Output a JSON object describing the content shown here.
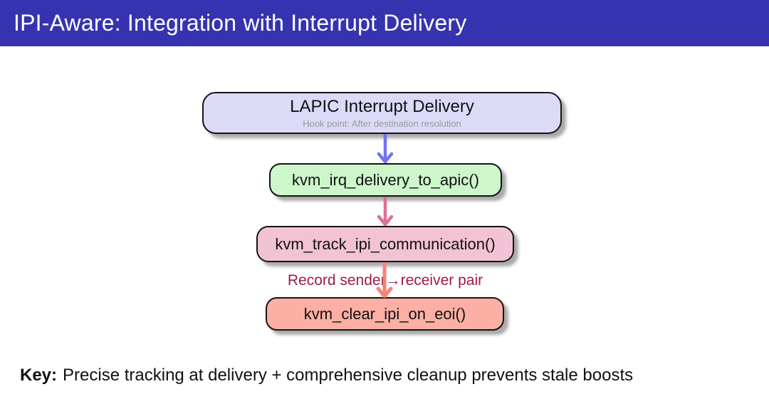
{
  "header": {
    "title": "IPI-Aware: Integration with Interrupt Delivery",
    "bg_color": "#3633B0",
    "text_color": "#ffffff"
  },
  "flow": {
    "nodes": [
      {
        "id": "lapic",
        "label": "LAPIC Interrupt Delivery",
        "sublabel": "Hook point: After destination resolution",
        "fill": "#DBDBF8"
      },
      {
        "id": "irq-delivery",
        "label": "kvm_irq_delivery_to_apic()",
        "fill": "#CDF6CB"
      },
      {
        "id": "track-ipi",
        "label": "kvm_track_ipi_communication()",
        "fill": "#F2C3D4"
      },
      {
        "id": "clear-ipi",
        "label": "kvm_clear_ipi_on_eoi()",
        "fill": "#FCAFA5"
      }
    ],
    "edges": [
      {
        "from": "lapic",
        "to": "irq-delivery",
        "color": "#7473F0",
        "label": ""
      },
      {
        "from": "irq-delivery",
        "to": "track-ipi",
        "color": "#DF6F91",
        "label": ""
      },
      {
        "from": "track-ipi",
        "to": "clear-ipi",
        "color": "#F98275",
        "label": "Record sender→receiver pair",
        "label_color": "#9E1B45"
      }
    ]
  },
  "footer": {
    "key_label": "Key:",
    "key_text": "Precise tracking at delivery + comprehensive cleanup prevents stale boosts"
  }
}
